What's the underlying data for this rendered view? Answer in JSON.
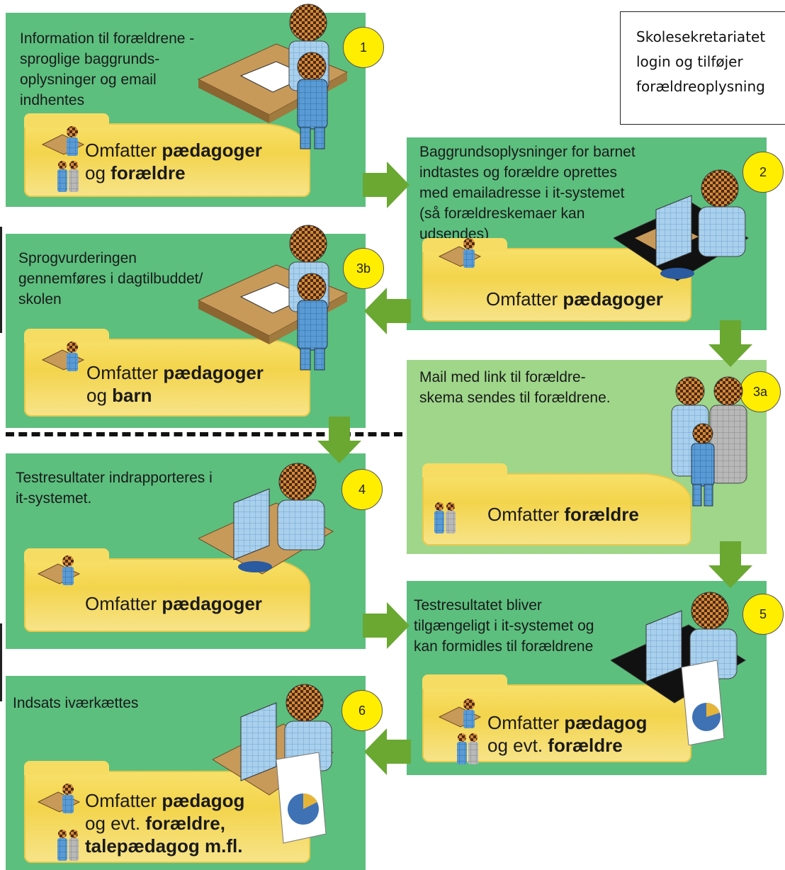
{
  "note": {
    "lines": [
      "Skolesekretariatet",
      "login og tilføjer",
      "forældreoplysning"
    ]
  },
  "steps": [
    {
      "id": "1",
      "badge": "1",
      "description": [
        "Information til forældrene -",
        "sproglige baggrunds-",
        "oplysninger og email",
        "indhentes"
      ],
      "panel": [
        [
          {
            "t": "Omfatter ",
            "b": false
          },
          {
            "t": "pædagoger",
            "b": true
          }
        ],
        [
          {
            "t": "og  ",
            "b": false
          },
          {
            "t": "forældre",
            "b": true
          }
        ]
      ]
    },
    {
      "id": "2",
      "badge": "2",
      "description": [
        "Baggrundsoplysninger for barnet",
        "indtastes og forældre oprettes",
        "med emailadresse i it-systemet",
        "(så forældreskemaer kan",
        "udsendes)"
      ],
      "panel": [
        [
          {
            "t": "Omfatter ",
            "b": false
          },
          {
            "t": "pædagoger",
            "b": true
          }
        ]
      ]
    },
    {
      "id": "3b",
      "badge": "3b",
      "description": [
        "Sprogvurderingen",
        "gennemføres i dagtilbuddet/",
        "skolen"
      ],
      "panel": [
        [
          {
            "t": "Omfatter ",
            "b": false
          },
          {
            "t": "pædagoger",
            "b": true
          }
        ],
        [
          {
            "t": "og ",
            "b": false
          },
          {
            "t": "barn",
            "b": true
          }
        ]
      ]
    },
    {
      "id": "3a",
      "badge": "3a",
      "description": [
        "Mail med link til forældre-",
        "skema sendes til forældrene."
      ],
      "panel": [
        [
          {
            "t": "Omfatter ",
            "b": false
          },
          {
            "t": "forældre",
            "b": true
          }
        ]
      ]
    },
    {
      "id": "4",
      "badge": "4",
      "description": [
        "Testresultater indrapporteres i",
        "it-systemet."
      ],
      "panel": [
        [
          {
            "t": "Omfatter ",
            "b": false
          },
          {
            "t": "pædagoger",
            "b": true
          }
        ]
      ]
    },
    {
      "id": "5",
      "badge": "5",
      "description": [
        "Testresultatet bliver",
        "tilgængeligt i it-systemet og",
        "kan formidles til forældrene"
      ],
      "panel": [
        [
          {
            "t": "Omfatter ",
            "b": false
          },
          {
            "t": "pædagog",
            "b": true
          }
        ],
        [
          {
            "t": "og evt. ",
            "b": false
          },
          {
            "t": "forældre",
            "b": true
          }
        ]
      ]
    },
    {
      "id": "6",
      "badge": "6",
      "description": [
        "Indsats iværkættes"
      ],
      "panel": [
        [
          {
            "t": "Omfatter ",
            "b": false
          },
          {
            "t": "pædagog",
            "b": true
          }
        ],
        [
          {
            "t": "og evt. ",
            "b": false
          },
          {
            "t": "forældre,",
            "b": true
          }
        ],
        [
          {
            "t": "talepædagog m.fl.",
            "b": true
          }
        ]
      ]
    }
  ],
  "colors": {
    "box": "#5cbf7e",
    "box_light": "#9fd68a",
    "panel": "#f3d44c",
    "badge": "#ffee00",
    "arrow": "#6aa832"
  },
  "icons": [
    "people-icon",
    "desk-icon",
    "computer-icon",
    "person-icon",
    "badge-circle"
  ]
}
